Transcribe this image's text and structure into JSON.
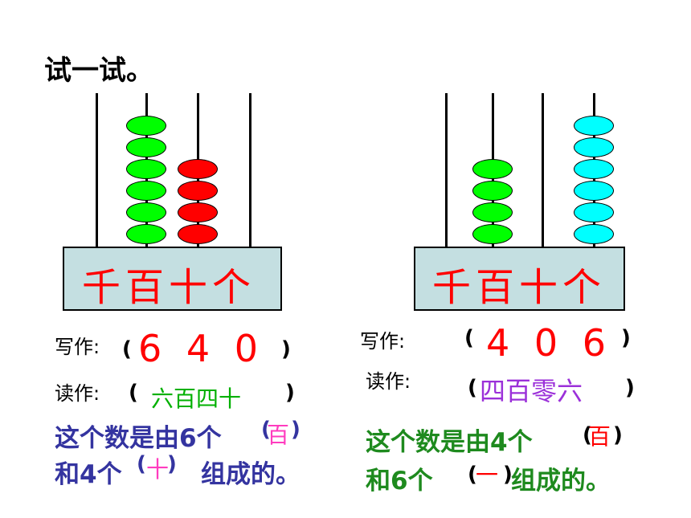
{
  "title": "试一试。",
  "place_labels": "千百十个",
  "left": {
    "beads": {
      "thousands": 0,
      "hundreds": 6,
      "tens": 4,
      "ones": 0
    },
    "write_label": "写作:",
    "write_value": "6 4 0",
    "read_label": "读作:",
    "read_value": "六百四十",
    "sentence_part1": "这个数是由6个",
    "answer1": "百",
    "sentence_part2": "和4个",
    "answer2": "十",
    "sentence_part3": "组成的。"
  },
  "right": {
    "beads": {
      "thousands": 0,
      "hundreds": 4,
      "tens": 0,
      "ones": 6
    },
    "write_label": "写作:",
    "write_value": "4 0 6",
    "read_label": "读作:",
    "read_value": "四百零六",
    "sentence_part1": "这个数是由4个",
    "answer1": "百",
    "sentence_part2": "和6个",
    "answer2": "一",
    "sentence_part3": "组成的。"
  },
  "colors": {
    "hundreds_bead": "#00ff00",
    "tens_bead_left": "#ff0000",
    "ones_bead_right": "#00ffff",
    "label_box": "#c4dfe1"
  }
}
